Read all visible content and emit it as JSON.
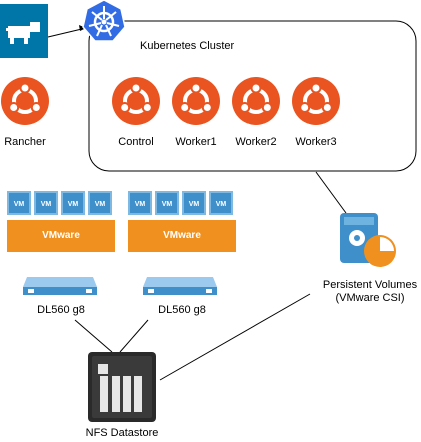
{
  "cluster": {
    "title": "Kubernetes Cluster"
  },
  "rancher": {
    "label": "Rancher"
  },
  "nodes": [
    {
      "label": "Control"
    },
    {
      "label": "Worker1"
    },
    {
      "label": "Worker2"
    },
    {
      "label": "Worker3"
    }
  ],
  "hosts": [
    {
      "vm_label": "VM",
      "hypervisor": "VMware",
      "server": "DL560 g8"
    },
    {
      "vm_label": "VM",
      "hypervisor": "VMware",
      "server": "DL560 g8"
    }
  ],
  "storage": {
    "pv_line1": "Persistent Volumes",
    "pv_line2": "(VMware CSI)",
    "nfs": "NFS Datastore"
  },
  "colors": {
    "ubuntu_orange": "#E95420",
    "vmware_orange": "#F0901E",
    "vm_blue": "#3F8FCB",
    "rancher_blue": "#0075A8",
    "k8s_blue": "#326CE5"
  }
}
